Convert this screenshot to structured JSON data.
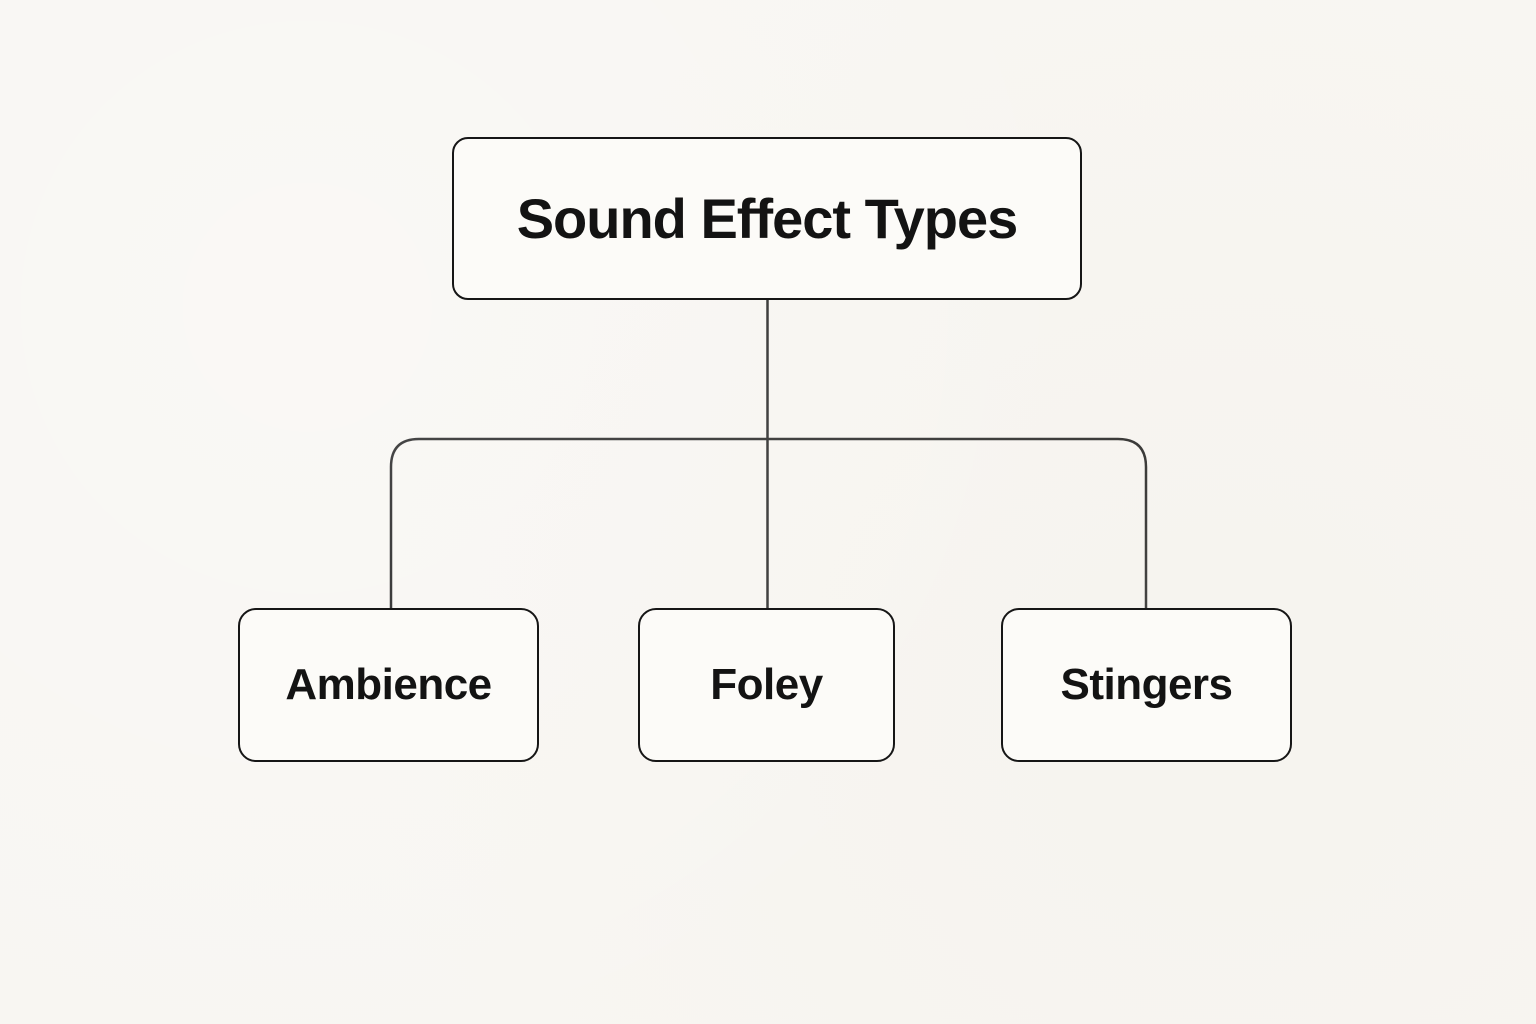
{
  "diagram": {
    "title": "Sound Effect Types",
    "root": {
      "label": "Sound Effect Types"
    },
    "children": [
      {
        "label": "Ambience"
      },
      {
        "label": "Foley"
      },
      {
        "label": "Stingers"
      }
    ],
    "colors": {
      "background": "#f8f6f2",
      "node_fill": "#fcfbf8",
      "stroke": "#161616",
      "text": "#131313"
    }
  }
}
